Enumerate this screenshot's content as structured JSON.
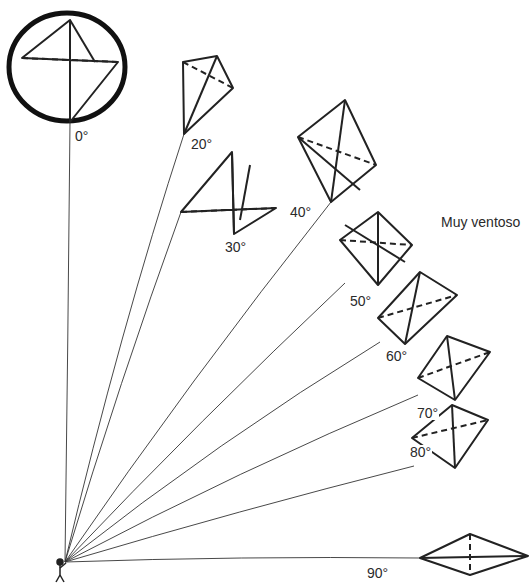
{
  "diagram": {
    "labels": [
      "0°",
      "20°",
      "30°",
      "40°",
      "50°",
      "60°",
      "70°",
      "80°",
      "90°",
      "Muy ventoso"
    ]
  }
}
